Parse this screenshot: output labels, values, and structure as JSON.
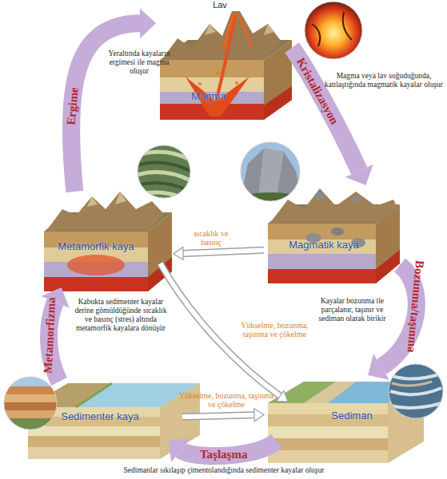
{
  "diagram": {
    "nodes": [
      {
        "text": [
          "Magma"
        ]
      },
      {
        "text": [
          "Metamorfik kaya"
        ]
      },
      {
        "text": [
          "Magmatik kaya"
        ]
      },
      {
        "text": [
          "Sedimenter kaya"
        ]
      },
      {
        "text": [
          "Sediman"
        ]
      }
    ],
    "edges": [
      {
        "from": 1,
        "to": 0,
        "arrow": "to",
        "label": "Ergime"
      },
      {
        "from": 0,
        "to": 2,
        "arrow": "to",
        "label": "Kristalizasyon"
      },
      {
        "from": 2,
        "to": 1,
        "arrow": "to",
        "label": "sıcaklık ve basınç"
      },
      {
        "from": 2,
        "to": 4,
        "arrow": "to",
        "label": "Bozunma/taşınma"
      },
      {
        "from": 4,
        "to": 3,
        "arrow": "to",
        "label": "Taşlaşma"
      },
      {
        "from": 3,
        "to": 1,
        "arrow": "to",
        "label": "Metamorfizma"
      },
      {
        "from": 1,
        "to": 4,
        "arrow": "to",
        "label": "Yükselme, bozunma, taşınma ve çökelme"
      },
      {
        "from": 3,
        "to": 4,
        "arrow": "to",
        "label": "Yükselme, bozunma, taşınma ve çökelme"
      }
    ],
    "labels": [
      "Lav",
      "Yeraltında kayaların ergimesi ile magma oluşur",
      "Magma veya lav soğuduğunda, katılaştığında magmatik kayalar oluşur",
      "Kayalar bozunma ile parçalanır, taşınır ve sediman olarak birikir",
      "Kabukta sedimenter kayalar derine gömüldüğünde sıcaklık ve basınç (stres) altında metamorfik kayalara dönüşür",
      "Sedimanlar sıkılaşıp çimentolandığında sedimenter kayalar oluşur"
    ]
  }
}
